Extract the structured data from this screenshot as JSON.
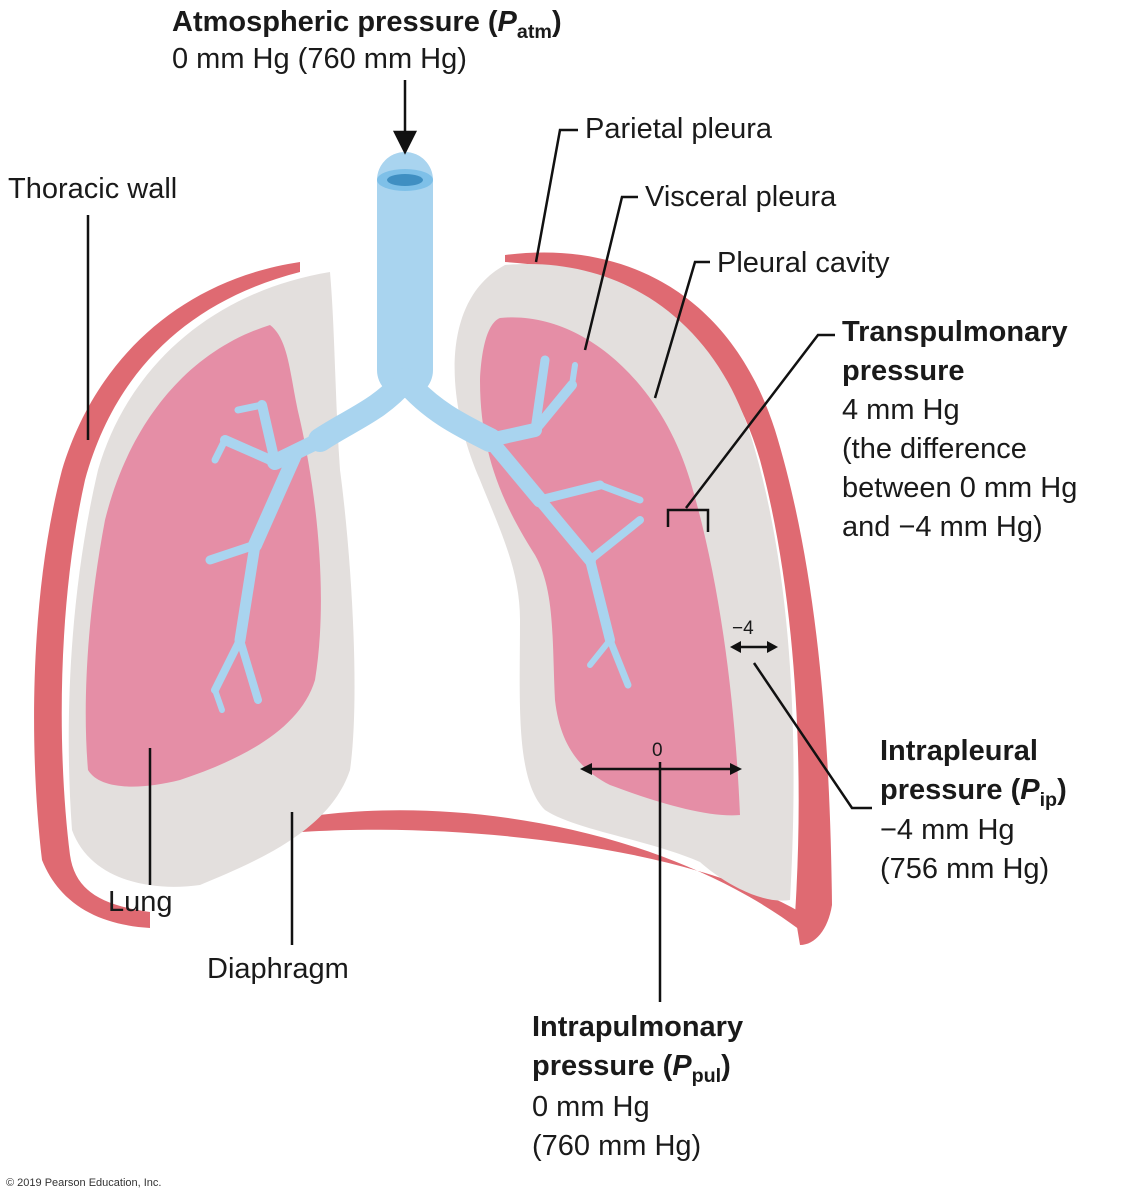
{
  "atmospheric": {
    "title": "Atmospheric pressure (",
    "symbol": "P",
    "subscript": "atm",
    "close": ")",
    "value": "0 mm Hg (760 mm Hg)"
  },
  "labels": {
    "parietal_pleura": "Parietal pleura",
    "visceral_pleura": "Visceral pleura",
    "pleural_cavity": "Pleural cavity",
    "thoracic_wall": "Thoracic wall",
    "lung": "Lung",
    "diaphragm": "Diaphragm"
  },
  "transpulmonary": {
    "title_line1": "Transpulmonary",
    "title_line2": "pressure",
    "value": "4 mm Hg",
    "note_line1": "(the difference",
    "note_line2": "between 0 mm Hg",
    "note_line3": "and −4 mm Hg)"
  },
  "intrapleural": {
    "title_line1": "Intrapleural",
    "title_line2": "pressure (",
    "symbol": "P",
    "subscript": "ip",
    "close": ")",
    "value": "−4 mm Hg",
    "value_alt": "(756 mm Hg)",
    "marker": "−4"
  },
  "intrapulmonary": {
    "title_line1": "Intrapulmonary",
    "title_line2": "pressure (",
    "symbol": "P",
    "subscript": "pul",
    "close": ")",
    "value": "0 mm Hg",
    "value_alt": "(760 mm Hg)",
    "marker": "0"
  },
  "copyright": "© 2019 Pearson Education, Inc.",
  "colors": {
    "thoracic_wall": "#df6a72",
    "pleural_cavity": "#e3dfdd",
    "lung": "#e58ea6",
    "airway": "#a9d4ef",
    "line": "#111111"
  }
}
